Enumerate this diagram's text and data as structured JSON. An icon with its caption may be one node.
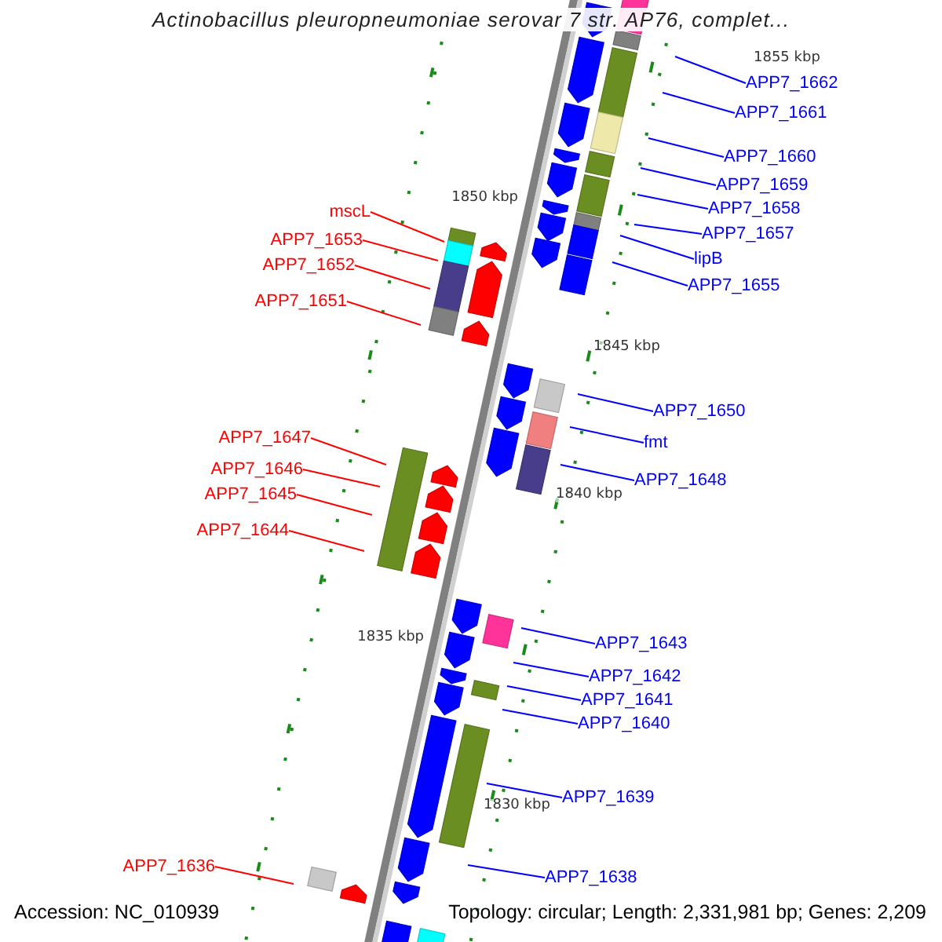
{
  "diagram": {
    "title": "Actinobacillus pleuropneumoniae serovar 7 str. AP76, complet...",
    "nodes": [
      {
        "text": [
          "APP7_1662"
        ]
      },
      {
        "text": [
          "APP7_1661"
        ]
      },
      {
        "text": [
          "APP7_1660"
        ]
      },
      {
        "text": [
          "APP7_1659"
        ]
      },
      {
        "text": [
          "APP7_1658"
        ]
      },
      {
        "text": [
          "mscL"
        ]
      },
      {
        "text": [
          "APP7_1657"
        ]
      },
      {
        "text": [
          "APP7_1653"
        ]
      },
      {
        "text": [
          "lipB"
        ]
      },
      {
        "text": [
          "APP7_1652"
        ]
      },
      {
        "text": [
          "APP7_1655"
        ]
      },
      {
        "text": [
          "APP7_1651"
        ]
      },
      {
        "text": [
          "APP7_1650"
        ]
      },
      {
        "text": [
          "APP7_1647"
        ]
      },
      {
        "text": [
          "fmt"
        ]
      },
      {
        "text": [
          "APP7_1646"
        ]
      },
      {
        "text": [
          "APP7_1648"
        ]
      },
      {
        "text": [
          "APP7_1645"
        ]
      },
      {
        "text": [
          "APP7_1644"
        ]
      },
      {
        "text": [
          "APP7_1643"
        ]
      },
      {
        "text": [
          "APP7_1642"
        ]
      },
      {
        "text": [
          "APP7_1641"
        ]
      },
      {
        "text": [
          "APP7_1640"
        ]
      },
      {
        "text": [
          "APP7_1639"
        ]
      },
      {
        "text": [
          "APP7_1636"
        ]
      },
      {
        "text": [
          "APP7_1638"
        ]
      }
    ],
    "edges": [
      {
        "from": 0,
        "to": null,
        "arrow": "none"
      },
      {
        "from": 1,
        "to": null,
        "arrow": "none"
      },
      {
        "from": 2,
        "to": null,
        "arrow": "none"
      },
      {
        "from": 3,
        "to": null,
        "arrow": "none"
      },
      {
        "from": 4,
        "to": null,
        "arrow": "none"
      },
      {
        "from": 5,
        "to": null,
        "arrow": "none",
        "color": "#ff0000"
      },
      {
        "from": 6,
        "to": null,
        "arrow": "none"
      },
      {
        "from": 7,
        "to": null,
        "arrow": "none",
        "color": "#ff0000"
      },
      {
        "from": 8,
        "to": null,
        "arrow": "none"
      },
      {
        "from": 9,
        "to": null,
        "arrow": "none",
        "color": "#ff0000"
      },
      {
        "from": 10,
        "to": null,
        "arrow": "none"
      },
      {
        "from": 11,
        "to": null,
        "arrow": "none",
        "color": "#ff0000"
      },
      {
        "from": 12,
        "to": null,
        "arrow": "none"
      },
      {
        "from": 13,
        "to": null,
        "arrow": "none",
        "color": "#ff0000"
      },
      {
        "from": 14,
        "to": null,
        "arrow": "none"
      },
      {
        "from": 15,
        "to": null,
        "arrow": "none",
        "color": "#ff0000"
      },
      {
        "from": 16,
        "to": null,
        "arrow": "none"
      },
      {
        "from": 17,
        "to": null,
        "arrow": "none",
        "color": "#ff0000"
      },
      {
        "from": 18,
        "to": null,
        "arrow": "none",
        "color": "#ff0000"
      },
      {
        "from": 19,
        "to": null,
        "arrow": "none"
      },
      {
        "from": 20,
        "to": null,
        "arrow": "none"
      },
      {
        "from": 21,
        "to": null,
        "arrow": "none"
      },
      {
        "from": 22,
        "to": null,
        "arrow": "none"
      },
      {
        "from": 23,
        "to": null,
        "arrow": "none"
      },
      {
        "from": 24,
        "to": null,
        "arrow": "none",
        "color": "#ff0000"
      },
      {
        "from": 25,
        "to": null,
        "arrow": "none"
      }
    ],
    "labels": [
      "1855 kbp",
      "1850 kbp",
      "1845 kbp",
      "1840 kbp",
      "1835 kbp",
      "1830 kbp",
      "Accession: NC_010939",
      "Topology: circular; Length: 2,331,981 bp; Genes: 2,209"
    ]
  }
}
